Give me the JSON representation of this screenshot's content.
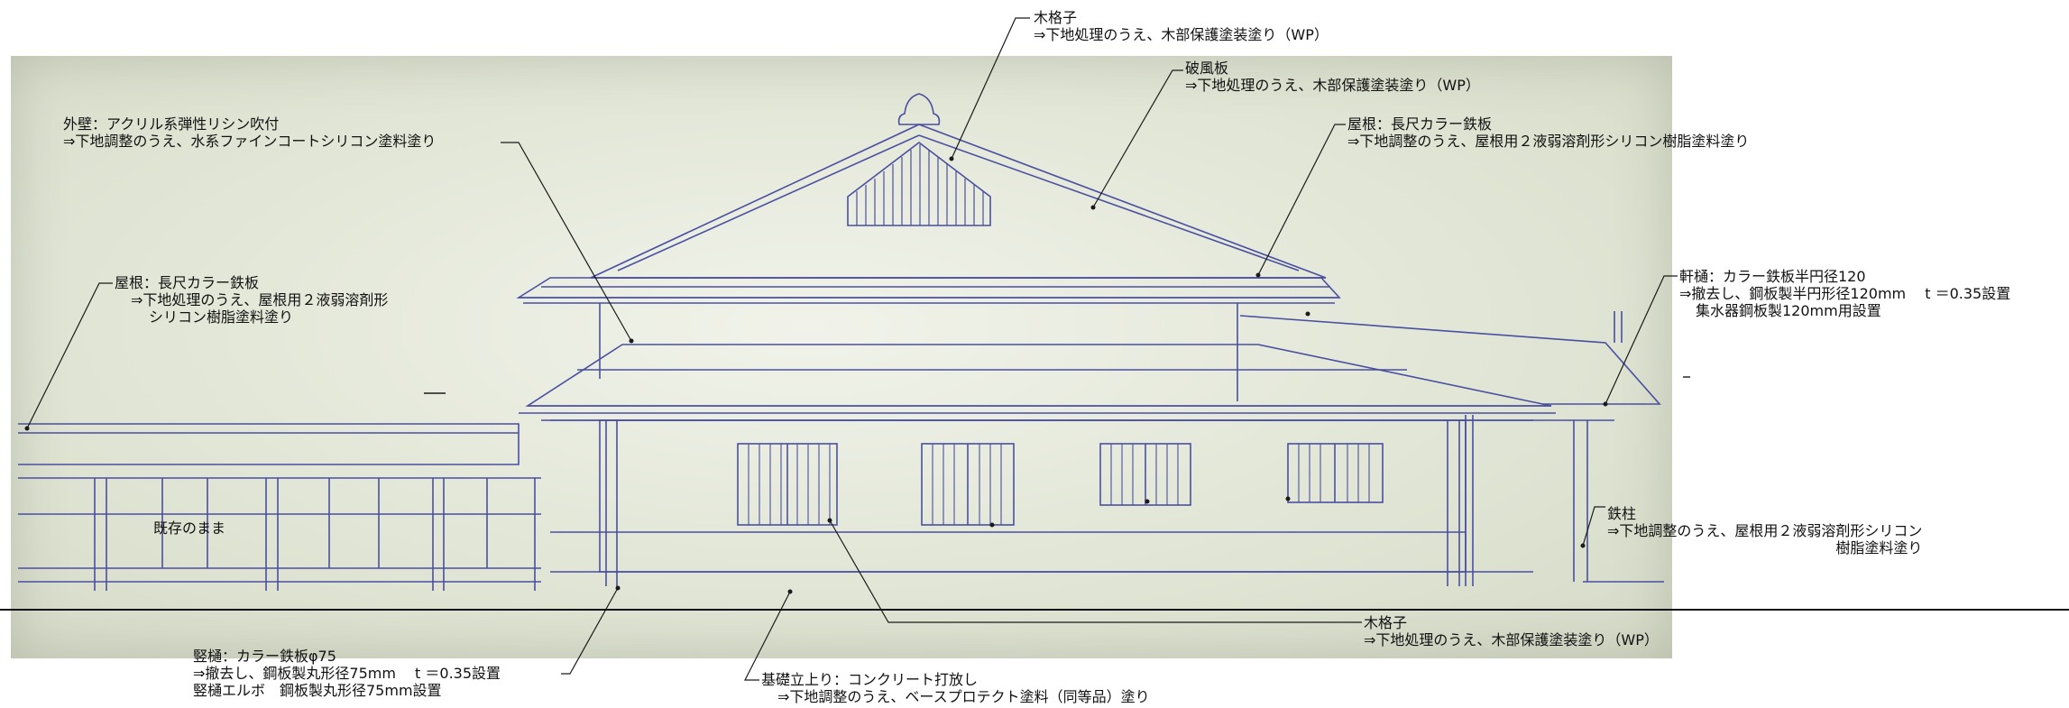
{
  "annotations": {
    "lattice_top": {
      "title": "木格子",
      "spec": "⇒下地処理のうえ、木部保護塗装塗り（WP）"
    },
    "barge_board": {
      "title": "破風板",
      "spec": "⇒下地処理のうえ、木部保護塗装塗り（WP）"
    },
    "roof_upper": {
      "title": "屋根：長尺カラー鉄板",
      "spec": "⇒下地調整のうえ、屋根用２液弱溶剤形シリコン樹脂塗料塗り"
    },
    "outer_wall": {
      "title": "外壁：アクリル系弾性リシン吹付",
      "spec": "⇒下地調整のうえ、水系ファインコートシリコン塗料塗り"
    },
    "roof_left": {
      "title": "屋根：長尺カラー鉄板",
      "spec1": "⇒下地処理のうえ、屋根用２液弱溶剤形",
      "spec2": "シリコン樹脂塗料塗り"
    },
    "eaves_gutter": {
      "title": "軒樋：カラー鉄板半円径120",
      "spec1": "⇒撤去し、鋼板製半円形径120mm　 t ＝0.35設置",
      "spec2": "集水器鋼板製120mm用設置"
    },
    "steel_column": {
      "title": "鉄柱",
      "spec1": "⇒下地調整のうえ、屋根用２液弱溶剤形シリコン",
      "spec2": "樹脂塗料塗り"
    },
    "existing": {
      "label": "既存のまま"
    },
    "lattice_bottom": {
      "title": "木格子",
      "spec": "⇒下地処理のうえ、木部保護塗装塗り（WP）"
    },
    "downspout": {
      "title": "竪樋：カラー鉄板φ75",
      "spec1": "⇒撤去し、鋼板製丸形径75mm　 t ＝0.35設置",
      "spec2": "竪樋エルボ　鋼板製丸形径75mm設置"
    },
    "foundation": {
      "title": "基礎立上り：コンクリート打放し",
      "spec": "⇒下地調整のうえ、ベースプロテクト塗料（同等品）塗り"
    }
  },
  "colors": {
    "pencil": "#4a4fa0",
    "leader": "#1a1a1a",
    "paper": "#e4e8d9"
  }
}
